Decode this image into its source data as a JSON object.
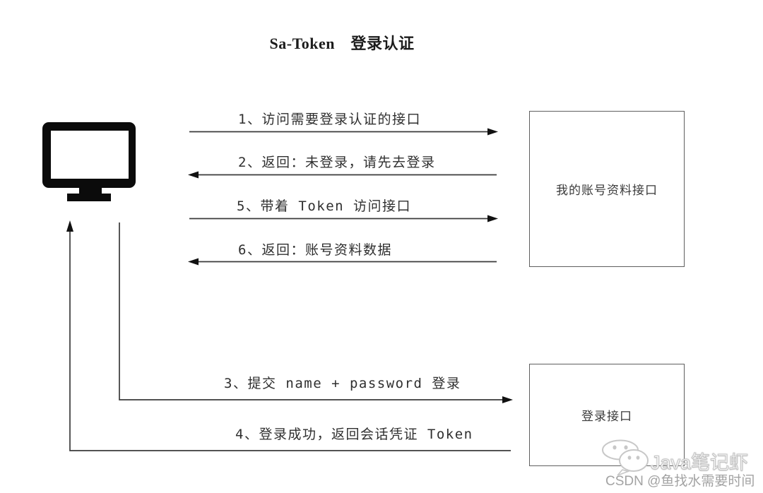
{
  "diagram": {
    "title": "Sa-Token　登录认证",
    "nodes": {
      "client": "computer-monitor-icon",
      "profile_api": "我的账号资料接口",
      "login_api": "登录接口"
    },
    "messages": [
      {
        "id": 1,
        "label": "1、访问需要登录认证的接口",
        "direction": "right",
        "from": "client",
        "to": "profile_api"
      },
      {
        "id": 2,
        "label": "2、返回：未登录，请先去登录",
        "direction": "left",
        "from": "profile_api",
        "to": "client"
      },
      {
        "id": 5,
        "label": "5、带着 Token 访问接口",
        "direction": "right",
        "from": "client",
        "to": "profile_api"
      },
      {
        "id": 6,
        "label": "6、返回：账号资料数据",
        "direction": "left",
        "from": "profile_api",
        "to": "client"
      },
      {
        "id": 3,
        "label": "3、提交 name + password 登录",
        "direction": "right",
        "from": "client",
        "to": "login_api"
      },
      {
        "id": 4,
        "label": "4、登录成功，返回会话凭证 Token",
        "direction": "left",
        "from": "login_api",
        "to": "client"
      }
    ]
  },
  "watermark": {
    "icon": "wechat-icon",
    "brand": "Java笔记虾",
    "credit": "CSDN @鱼找水需要时间"
  },
  "colors": {
    "line": "#3a3a3a",
    "arrowhead": "#111111",
    "box_border": "#5f5f5f",
    "monitor": "#0b0b0b",
    "label_text": "#2f2f2f",
    "watermark_gray": "#a3a3a3"
  }
}
